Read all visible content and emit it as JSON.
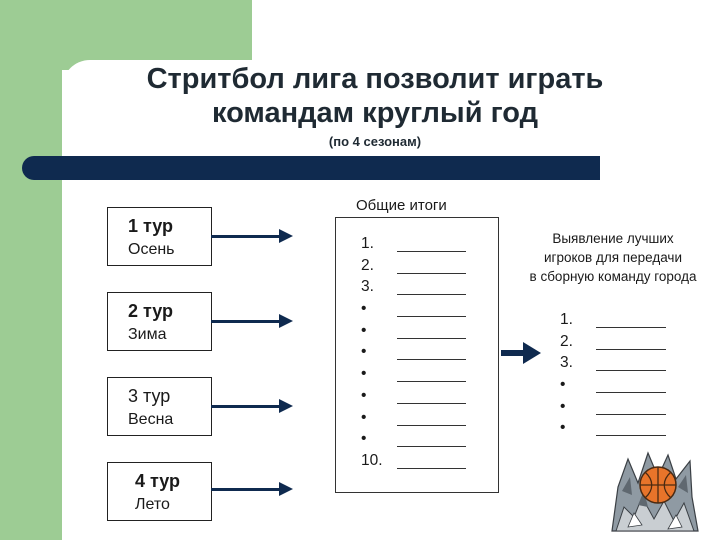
{
  "title_line1": "Стритбол лига позволит играть",
  "title_line2": "командам круглый год",
  "subtitle": "(по 4 сезонам)",
  "rounds": [
    {
      "name": "1 тур",
      "season": "Осень",
      "bold": true
    },
    {
      "name": "2 тур",
      "season": "Зима",
      "bold": true
    },
    {
      "name": "3 тур",
      "season": "Весна",
      "bold": false
    },
    {
      "name": "4 тур",
      "season": "Лето",
      "bold": true
    }
  ],
  "totals": {
    "label": "Общие итоги",
    "items": [
      "1.",
      "2.",
      "3.",
      "•",
      "•",
      "•",
      "•",
      "•",
      "•",
      "•",
      "10."
    ]
  },
  "best_players": {
    "line1": "Выявление лучших",
    "line2": "игроков для передачи",
    "line3": "в сборную команду города",
    "items": [
      "1.",
      "2.",
      "3.",
      "•",
      "•",
      "•"
    ]
  },
  "icons": {
    "arrow": "right-arrow-icon",
    "ball": "basketball-icon"
  },
  "colors": {
    "accent_green": "#9dcc94",
    "dark_navy": "#0f2a4f"
  }
}
